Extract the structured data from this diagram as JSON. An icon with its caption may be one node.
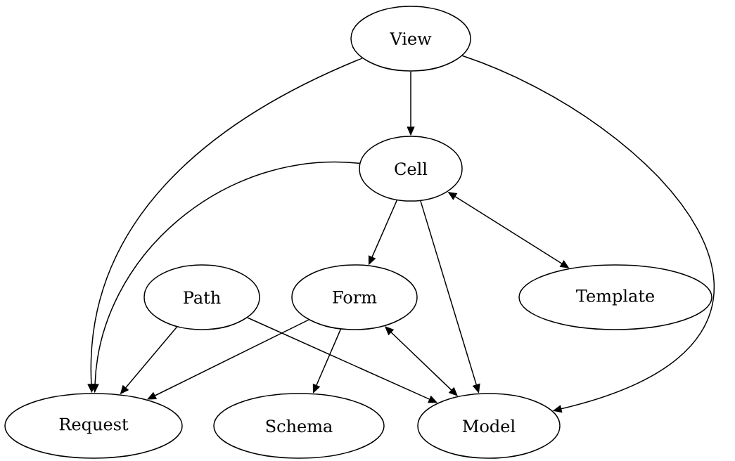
{
  "diagram": {
    "nodes": [
      {
        "text": [
          "View"
        ]
      },
      {
        "text": [
          "Cell"
        ]
      },
      {
        "text": [
          "Path"
        ]
      },
      {
        "text": [
          "Form"
        ]
      },
      {
        "text": [
          "Template"
        ]
      },
      {
        "text": [
          "Request"
        ]
      },
      {
        "text": [
          "Schema"
        ]
      },
      {
        "text": [
          "Model"
        ]
      }
    ],
    "edges": [
      {
        "from": 0,
        "to": 1,
        "arrow": "to"
      },
      {
        "from": 0,
        "to": 5,
        "arrow": "to"
      },
      {
        "from": 0,
        "to": 7,
        "arrow": "to"
      },
      {
        "from": 1,
        "to": 5,
        "arrow": "to"
      },
      {
        "from": 1,
        "to": 3,
        "arrow": "to"
      },
      {
        "from": 1,
        "to": 7,
        "arrow": "to"
      },
      {
        "from": 1,
        "to": 4,
        "arrow": "both"
      },
      {
        "from": 2,
        "to": 5,
        "arrow": "to"
      },
      {
        "from": 2,
        "to": 7,
        "arrow": "to"
      },
      {
        "from": 3,
        "to": 5,
        "arrow": "to"
      },
      {
        "from": 3,
        "to": 6,
        "arrow": "to"
      },
      {
        "from": 3,
        "to": 7,
        "arrow": "both"
      }
    ]
  }
}
